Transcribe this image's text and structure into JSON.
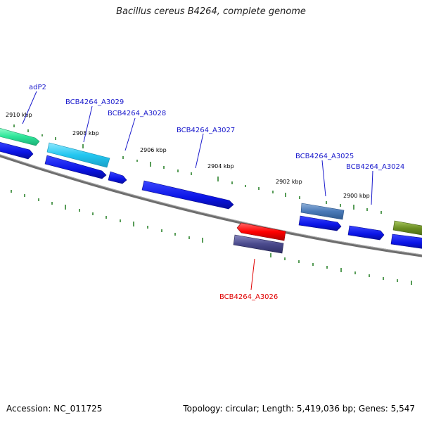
{
  "title": "Bacillus cereus B4264, complete genome",
  "footer": {
    "accession": "Accession: NC_011725",
    "summary": "Topology: circular; Length: 5,419,036 bp; Genes: 5,547"
  },
  "scale_labels": [
    "2910 kbp",
    "2908 kbp",
    "2906 kbp",
    "2904 kbp",
    "2902 kbp",
    "2900 kbp"
  ],
  "gene_labels": [
    {
      "text": "adP2",
      "color": "#1a1acc"
    },
    {
      "text": "BCB4264_A3029",
      "color": "#1a1acc"
    },
    {
      "text": "BCB4264_A3028",
      "color": "#1a1acc"
    },
    {
      "text": "BCB4264_A3027",
      "color": "#1a1acc"
    },
    {
      "text": "BCB4264_A3025",
      "color": "#1a1acc"
    },
    {
      "text": "BCB4264_A3024",
      "color": "#1a1acc"
    },
    {
      "text": "BCB4264_A3026",
      "color": "#e00000"
    }
  ],
  "colors": {
    "forward_cds": "#0a14e6",
    "backbone": "#7a7a7a",
    "tick": "#1f7a1f",
    "highlight_reverse": "#ff0000",
    "reverse_cds": "#4a4a8c"
  }
}
